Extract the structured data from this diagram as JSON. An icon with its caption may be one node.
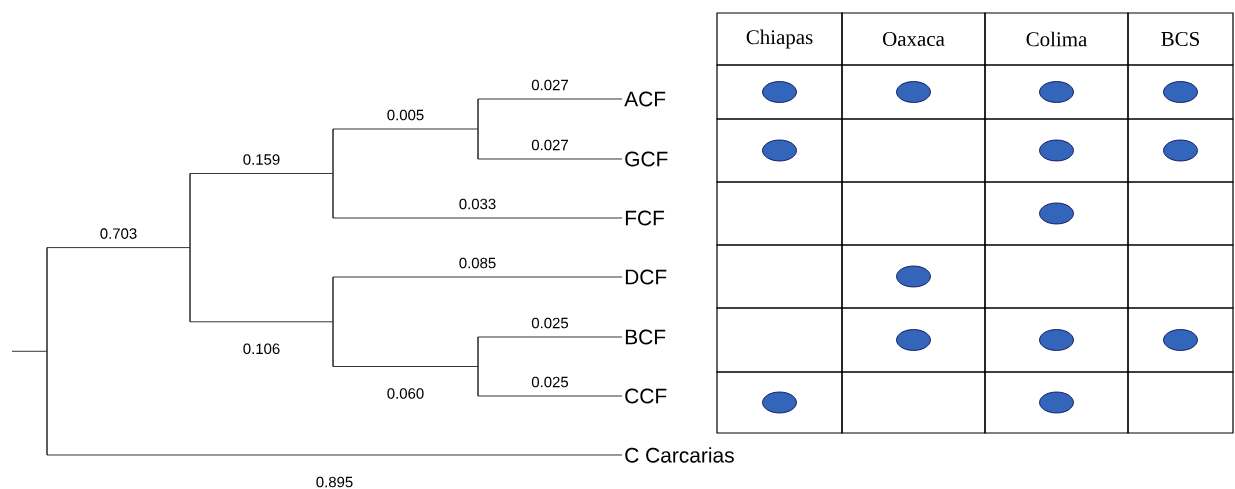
{
  "diagram": {
    "nodes": [
      {
        "text": [],
        "shape": "bar"
      },
      {
        "text": [],
        "shape": "bar"
      },
      {
        "text": [],
        "shape": "bar"
      },
      {
        "text": [],
        "shape": "bar"
      },
      {
        "text": [],
        "shape": "bar"
      },
      {
        "text": [],
        "shape": "bar"
      },
      {
        "text": [
          "ACF"
        ]
      },
      {
        "text": [
          "GCF"
        ]
      },
      {
        "text": [
          "FCF"
        ]
      },
      {
        "text": [
          "DCF"
        ]
      },
      {
        "text": [
          "BCF"
        ]
      },
      {
        "text": [
          "CCF"
        ]
      },
      {
        "text": [
          "C Carcarias"
        ]
      },
      {
        "text": [
          "Chiapas"
        ]
      },
      {
        "text": [
          "Oaxaca"
        ]
      },
      {
        "text": [
          "Colima"
        ]
      },
      {
        "text": [
          "BCS"
        ]
      },
      {
        "text": [],
        "shape": "box"
      },
      {
        "text": [],
        "shape": "box"
      },
      {
        "text": [],
        "shape": "box"
      },
      {
        "text": [],
        "shape": "box"
      },
      {
        "text": [],
        "shape": "box"
      },
      {
        "text": [],
        "shape": "box"
      },
      {
        "text": [],
        "shape": "box"
      },
      {
        "text": [],
        "shape": "box"
      },
      {
        "text": [],
        "shape": "box"
      },
      {
        "text": [],
        "shape": "box"
      },
      {
        "text": [],
        "shape": "box"
      },
      {
        "text": [],
        "shape": "box"
      },
      {
        "text": [],
        "shape": "box"
      },
      {
        "text": [],
        "shape": "box"
      },
      {
        "text": [],
        "shape": "box"
      },
      {
        "text": [],
        "shape": "box"
      },
      {
        "text": [],
        "shape": "box"
      },
      {
        "text": [],
        "shape": "box"
      },
      {
        "text": [],
        "shape": "box"
      },
      {
        "text": [],
        "shape": "box"
      },
      {
        "text": [],
        "shape": "box"
      },
      {
        "text": [],
        "shape": "box"
      },
      {
        "text": [],
        "shape": "box"
      },
      {
        "text": [],
        "shape": "box"
      },
      {
        "text": [],
        "shape": "ellipse",
        "in": 17
      },
      {
        "text": [],
        "shape": "ellipse",
        "in": 18
      },
      {
        "text": [],
        "shape": "ellipse",
        "in": 19
      },
      {
        "text": [],
        "shape": "ellipse",
        "in": 20
      },
      {
        "text": [],
        "shape": "ellipse",
        "in": 21
      },
      {
        "text": [],
        "shape": "ellipse",
        "in": 23
      },
      {
        "text": [],
        "shape": "ellipse",
        "in": 24
      },
      {
        "text": [],
        "shape": "ellipse",
        "in": 27
      },
      {
        "text": [],
        "shape": "ellipse",
        "in": 30
      },
      {
        "text": [],
        "shape": "ellipse",
        "in": 34
      },
      {
        "text": [],
        "shape": "ellipse",
        "in": 35
      },
      {
        "text": [],
        "shape": "ellipse",
        "in": 36
      },
      {
        "text": [],
        "shape": "ellipse",
        "in": 37
      },
      {
        "text": [],
        "shape": "ellipse",
        "in": 39
      }
    ],
    "edges": [
      {
        "from": null,
        "to": 0,
        "arrow": "none"
      },
      {
        "from": 0,
        "to": 1,
        "arrow": "none",
        "label": "0.703"
      },
      {
        "from": 0,
        "to": 12,
        "arrow": "none",
        "label": "0.895"
      },
      {
        "from": 1,
        "to": 2,
        "arrow": "none",
        "label": "0.159"
      },
      {
        "from": 1,
        "to": 4,
        "arrow": "none",
        "label": "0.106"
      },
      {
        "from": 2,
        "to": 3,
        "arrow": "none",
        "label": "0.005"
      },
      {
        "from": 2,
        "to": 8,
        "arrow": "none",
        "label": "0.033"
      },
      {
        "from": 3,
        "to": 6,
        "arrow": "none",
        "label": "0.027"
      },
      {
        "from": 3,
        "to": 7,
        "arrow": "none",
        "label": "0.027"
      },
      {
        "from": 4,
        "to": 9,
        "arrow": "none",
        "label": "0.085"
      },
      {
        "from": 4,
        "to": 5,
        "arrow": "none",
        "label": "0.060"
      },
      {
        "from": 5,
        "to": 10,
        "arrow": "none",
        "label": "0.025"
      },
      {
        "from": 5,
        "to": 11,
        "arrow": "none",
        "label": "0.025"
      }
    ]
  }
}
